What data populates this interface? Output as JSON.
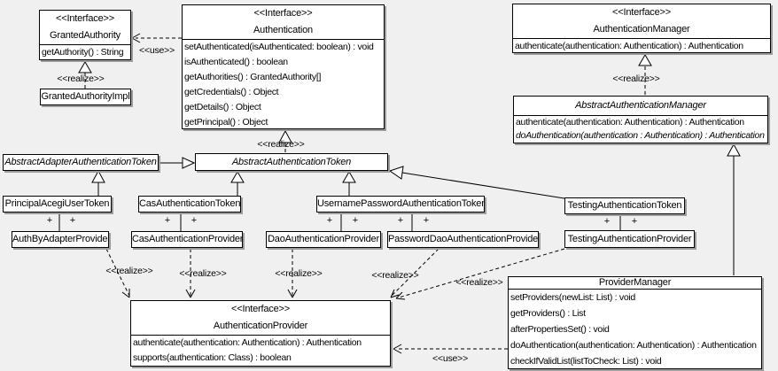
{
  "theme": {
    "background": "#f0f0f0",
    "box_fill": "#ffffff",
    "line_color": "#000000",
    "shadow_color": "#9c9c9c"
  },
  "classes": {
    "grantedAuthority": {
      "stereotype": "<<Interface>>",
      "name": "GrantedAuthority",
      "methods": [
        "getAuthority() : String"
      ]
    },
    "grantedAuthorityImpl": {
      "name": "GrantedAuthorityImpl"
    },
    "authentication": {
      "stereotype": "<<Interface>>",
      "name": "Authentication",
      "methods": [
        "setAuthenticated(isAuthenticated: boolean) : void",
        "isAuthenticated() : boolean",
        "getAuthorities() : GrantedAuthority[]",
        "getCredentials() : Object",
        "getDetails() : Object",
        "getPrincipal() : Object"
      ]
    },
    "authenticationManager": {
      "stereotype": "<<Interface>>",
      "name": "AuthenticationManager",
      "methods": [
        "authenticate(authentication: Authentication) : Authentication"
      ]
    },
    "abstractAuthenticationManager": {
      "name": "AbstractAuthenticationManager",
      "methods": [
        "authenticate(authentication: Authentication) : Authentication",
        "doAuthentication(authentication : Authentication) : Authentication"
      ]
    },
    "abstractAdapterAuthenticationToken": {
      "name": "AbstractAdapterAuthenticationToken"
    },
    "abstractAuthenticationToken": {
      "name": "AbstractAuthenticationToken"
    },
    "principalAcegiUserToken": {
      "name": "PrincipalAcegiUserToken"
    },
    "casAuthenticationToken": {
      "name": "CasAuthenticationToken"
    },
    "usernamePasswordAuthenticationToken": {
      "name": "UsernamePasswordAuthenticationToken"
    },
    "testingAuthenticationToken": {
      "name": "TestingAuthenticationToken"
    },
    "authByAdapterProvider": {
      "name": "AuthByAdapterProvider"
    },
    "casAuthenticationProvider": {
      "name": "CasAuthenticationProvider"
    },
    "daoAuthenticationProvider": {
      "name": "DaoAuthenticationProvider"
    },
    "passwordDaoAuthenticationProvider": {
      "name": "PasswordDaoAuthenticationProvider"
    },
    "testingAuthenticationProvider": {
      "name": "TestingAuthenticationProvider"
    },
    "authenticationProvider": {
      "stereotype": "<<Interface>>",
      "name": "AuthenticationProvider",
      "methods": [
        "authenticate(authentication: Authentication) : Authentication",
        "supports(authentication: Class) : boolean"
      ]
    },
    "providerManager": {
      "name": "ProviderManager",
      "methods": [
        "setProviders(newList: List) : void",
        "getProviders() : List",
        "afterPropertiesSet() : void",
        "doAuthentication(authentication: Authentication) : Authentication",
        "checkIfValidList(listToCheck: List) : void"
      ]
    }
  },
  "edges": {
    "plus": "+",
    "use_granted": {
      "label": "<<use>>"
    },
    "realize_impl": {
      "label": "<<realize>>"
    },
    "realize_abstract_manager": {
      "label": "<<realize>>"
    },
    "realize_abstract_token": {
      "label": "<<realize>>"
    },
    "realize_authbyadapter": {
      "label": "<<realize>>"
    },
    "realize_cas": {
      "label": "<<realize>>"
    },
    "realize_dao": {
      "label": "<<realize>>"
    },
    "realize_passworddao": {
      "label": "<<realize>>"
    },
    "realize_testing": {
      "label": "<<realize>>"
    },
    "use_provider": {
      "label": "<<use>>"
    }
  }
}
